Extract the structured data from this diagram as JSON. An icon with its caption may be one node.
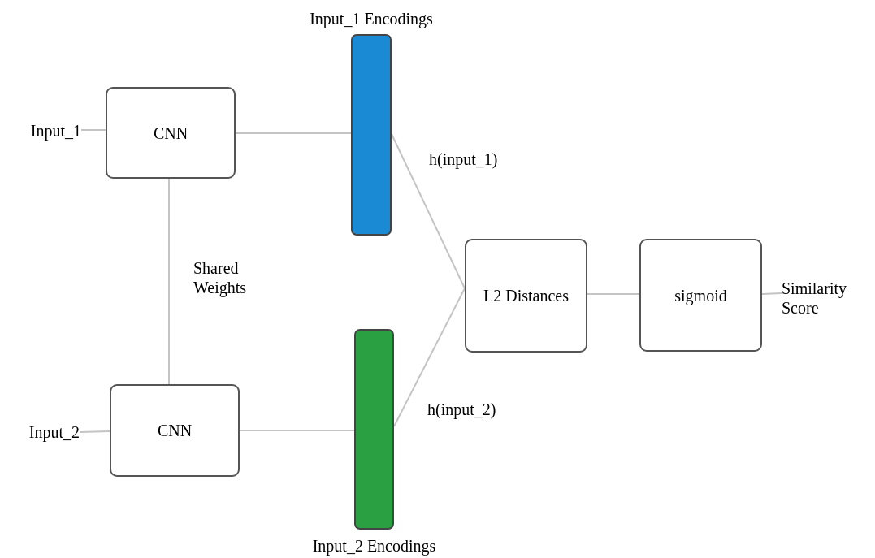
{
  "diagram": {
    "nodes": [
      {
        "text": [
          "Input_1"
        ]
      },
      {
        "text": [
          "CNN"
        ]
      },
      {
        "text": [
          "Input_1 Encodings"
        ]
      },
      {
        "text": [
          "Input_2"
        ]
      },
      {
        "text": [
          "CNN"
        ]
      },
      {
        "text": [
          "Input_2 Encodings"
        ]
      },
      {
        "text": [
          "L2 Distances"
        ]
      },
      {
        "text": [
          "sigmoid"
        ]
      },
      {
        "text": [
          "Similarity Score"
        ]
      }
    ],
    "edges": [
      {
        "from": 0,
        "to": 1,
        "arrow": "none"
      },
      {
        "from": 1,
        "to": 2,
        "arrow": "none"
      },
      {
        "from": 1,
        "to": 4,
        "arrow": "none",
        "label": "Shared Weights"
      },
      {
        "from": 3,
        "to": 4,
        "arrow": "none"
      },
      {
        "from": 4,
        "to": 5,
        "arrow": "none"
      },
      {
        "from": 2,
        "to": 6,
        "arrow": "none",
        "label": "h(input_1)"
      },
      {
        "from": 5,
        "to": 6,
        "arrow": "none",
        "label": "h(input_2)"
      },
      {
        "from": 6,
        "to": 7,
        "arrow": "none"
      },
      {
        "from": 7,
        "to": 8,
        "arrow": "none"
      }
    ]
  }
}
